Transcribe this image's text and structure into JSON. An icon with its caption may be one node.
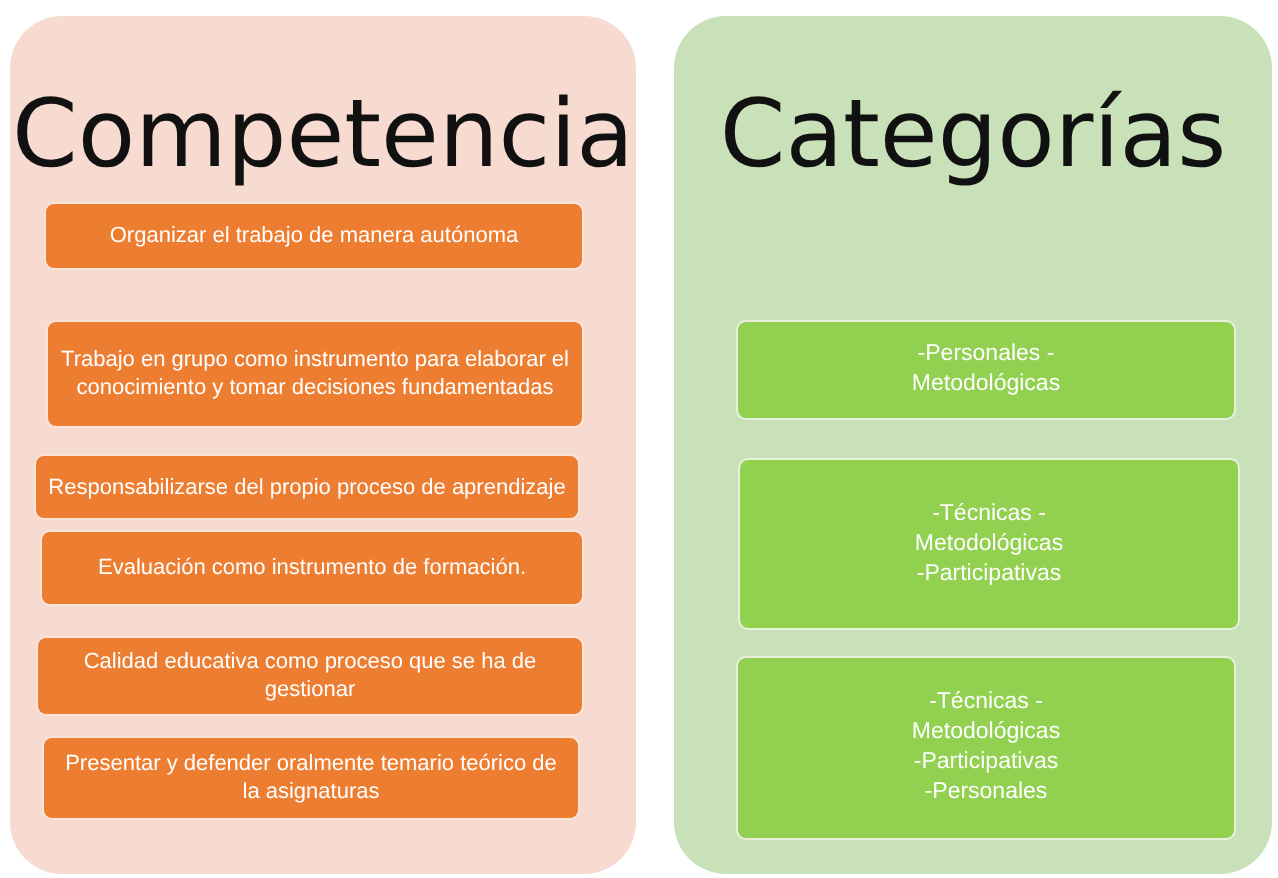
{
  "diagram": {
    "nodes": [
      {
        "text": [
          "Competencia"
        ]
      },
      {
        "text": [
          "Organizar el trabajo de manera autónoma"
        ],
        "in": 0
      },
      {
        "text": [
          "Trabajo en grupo como instrumento para elaborar el conocimiento y tomar decisiones fundamentadas"
        ],
        "in": 0
      },
      {
        "text": [
          "Responsabilizarse del propio proceso de aprendizaje"
        ],
        "in": 0
      },
      {
        "text": [
          "Evaluación como instrumento de formación."
        ],
        "in": 0
      },
      {
        "text": [
          "Calidad educativa como proceso que se ha de gestionar"
        ],
        "in": 0
      },
      {
        "text": [
          "Presentar y defender oralmente temario teórico de la asignaturas"
        ],
        "in": 0
      },
      {
        "text": [
          "Categorías"
        ]
      },
      {
        "text": [
          "-Personales -Metodológicas"
        ],
        "in": 7
      },
      {
        "text": [
          "-Técnicas -Metodológicas -Participativas"
        ],
        "in": 7
      },
      {
        "text": [
          "-Técnicas -Metodológicas -Participativas -Personales"
        ],
        "in": 7
      }
    ],
    "edges": []
  }
}
